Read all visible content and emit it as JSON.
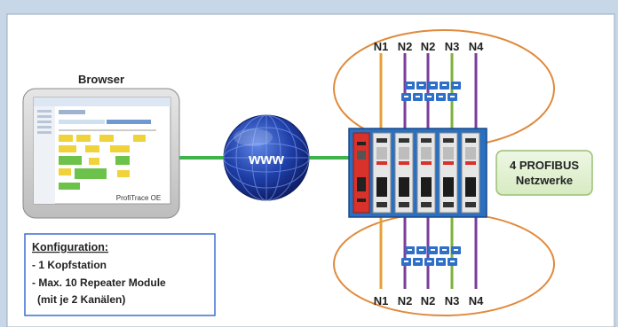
{
  "browser": {
    "label": "Browser",
    "caption": "ProfiTrace OE"
  },
  "internet": {
    "label": "www"
  },
  "networks": {
    "top_labels": [
      "N1",
      "N2",
      "N2",
      "N3",
      "N4"
    ],
    "bottom_labels": [
      "N1",
      "N2",
      "N2",
      "N3",
      "N4"
    ],
    "badge_line1": "4 PROFIBUS",
    "badge_line2": "Netzwerke"
  },
  "config": {
    "title": "Konfiguration:",
    "lines": [
      "- 1 Kopfstation",
      "- Max. 10 Repeater Module",
      "(mit je 2 Kanälen)"
    ]
  },
  "colors": {
    "background_outer": "#c7d7e8",
    "panel": "#ffffff",
    "ellipse_stroke": "#e08a3c",
    "link_green": "#3fb24a",
    "rack_blue": "#2a6fc0",
    "head_red": "#d9322b",
    "badge_fill": "#e3f0d2",
    "config_border": "#3a6fd0",
    "n1": "#e3a23a",
    "n2": "#7b3e9c",
    "n3": "#7fb23a",
    "n4": "#7b3e9c"
  }
}
